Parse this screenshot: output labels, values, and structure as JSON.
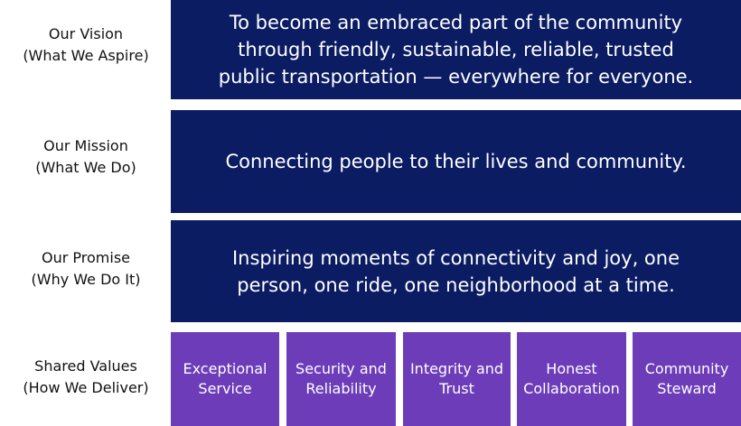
{
  "rows": [
    {
      "label_line1": "Our Vision",
      "label_line2": "(What We Aspire)",
      "text": "To become an embraced part of the community through friendly, sustainable, reliable, trusted public transportation — everywhere for everyone."
    },
    {
      "label_line1": "Our Mission",
      "label_line2": "(What We Do)",
      "text": "Connecting people to their lives and community."
    },
    {
      "label_line1": "Our Promise",
      "label_line2": "(Why We Do It)",
      "text": "Inspiring moments of connectivity and joy, one person, one ride, one neighborhood at a time."
    }
  ],
  "shared_values": {
    "label_line1": "Shared Values",
    "label_line2": "(How We Deliver)",
    "items": [
      "Exceptional Service",
      "Security and Reliability",
      "Integrity and Trust",
      "Honest Collaboration",
      "Community Steward"
    ]
  },
  "colors": {
    "statement_box": "#0b1c63",
    "value_box": "#6d3cb8"
  }
}
